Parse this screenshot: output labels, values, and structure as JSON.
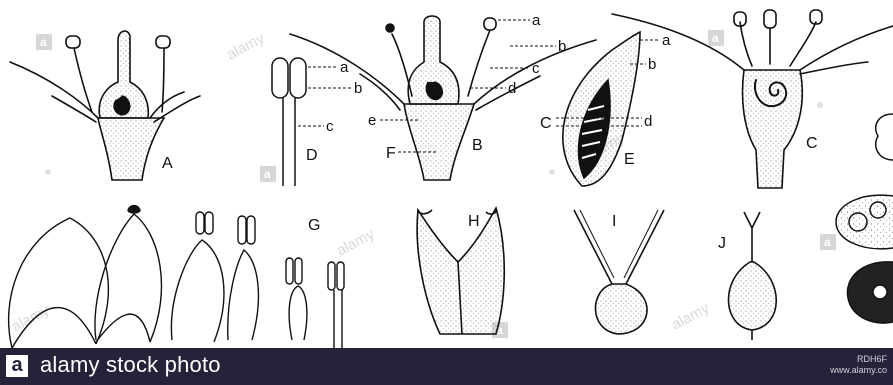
{
  "figure": {
    "panels": {
      "A": "A",
      "B": "B",
      "C": "C",
      "D": "D",
      "E": "E",
      "F": "F",
      "G": "G",
      "H": "H",
      "I": "I",
      "J": "J"
    },
    "callouts": {
      "D_a": "a",
      "D_b": "b",
      "D_c": "c",
      "B_a": "a",
      "B_b": "b",
      "B_c": "c",
      "B_d": "d",
      "B_e": "e",
      "E_a": "a",
      "E_b": "b",
      "E_C": "C",
      "E_d": "d"
    },
    "watermark": {
      "badge_letter": "a",
      "text": "alamy"
    }
  },
  "banner": {
    "logo_letter": "a",
    "brand": "alamy stock photo",
    "image_id": "RDH6F",
    "url": "www.alamy.co"
  },
  "colors": {
    "ink": "#111111",
    "stipple": "#9a9a9a",
    "banner_bg": "#24233a",
    "watermark": "#d9d9d9"
  }
}
